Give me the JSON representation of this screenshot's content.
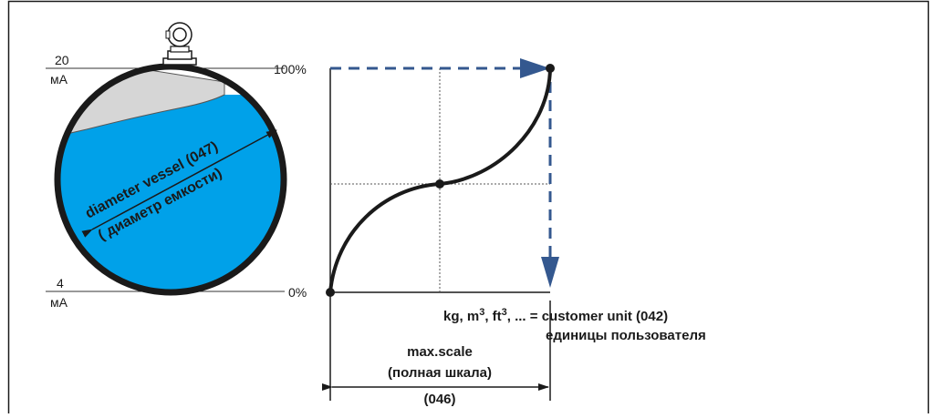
{
  "tank": {
    "label_top_value": "20",
    "label_top_unit": "мА",
    "label_bottom_value": "4",
    "label_bottom_unit": "мА",
    "diameter_label": "diameter vessel (047)",
    "diameter_label_ru": "( диаметр емкости)",
    "liquid_color": "#00a1e9",
    "gas_color": "#d6d6d6"
  },
  "graph": {
    "y_top_label": "100%",
    "y_bottom_label": "0%",
    "x_unit_prefix": "kg, m",
    "x_unit_sup1": "3",
    "x_unit_mid": ", ft",
    "x_unit_sup2": "3",
    "x_unit_suffix": ", ... = customer unit (042)",
    "x_unit_ru": "единицы пользователя",
    "scale_label": "max.scale",
    "scale_label_ru": "(полная шкала)",
    "scale_code": "(046)",
    "arrow_color": "#34588f"
  }
}
